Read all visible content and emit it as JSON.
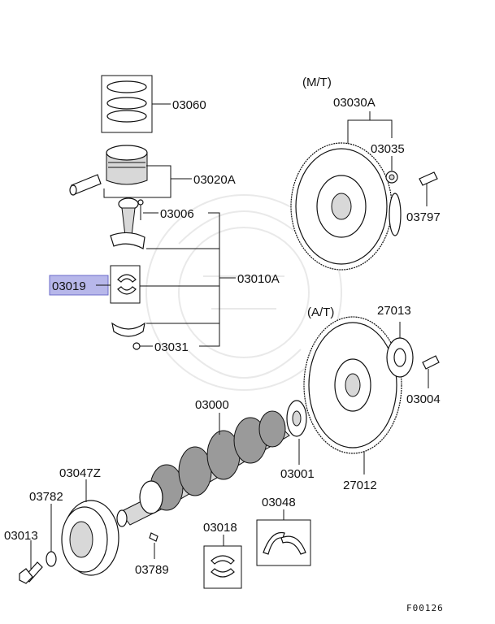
{
  "labels": {
    "p03060": "03060",
    "p03020a": "03020A",
    "p03006": "03006",
    "p03010a": "03010A",
    "p03019": "03019",
    "p03031": "03031",
    "p03000": "03000",
    "p03047z": "03047Z",
    "p03782": "03782",
    "p03013": "03013",
    "p03789": "03789",
    "p03018": "03018",
    "p03048": "03048",
    "p03001": "03001",
    "p27012": "27012",
    "p27013": "27013",
    "p03004": "03004",
    "p03030a": "03030A",
    "p03035": "03035",
    "p03797": "03797",
    "mt": "(M/T)",
    "at": "(A/T)"
  },
  "figure_code": "F00126",
  "colors": {
    "highlight_fill": "#b7b7ea",
    "highlight_border": "#6b6bc9"
  }
}
